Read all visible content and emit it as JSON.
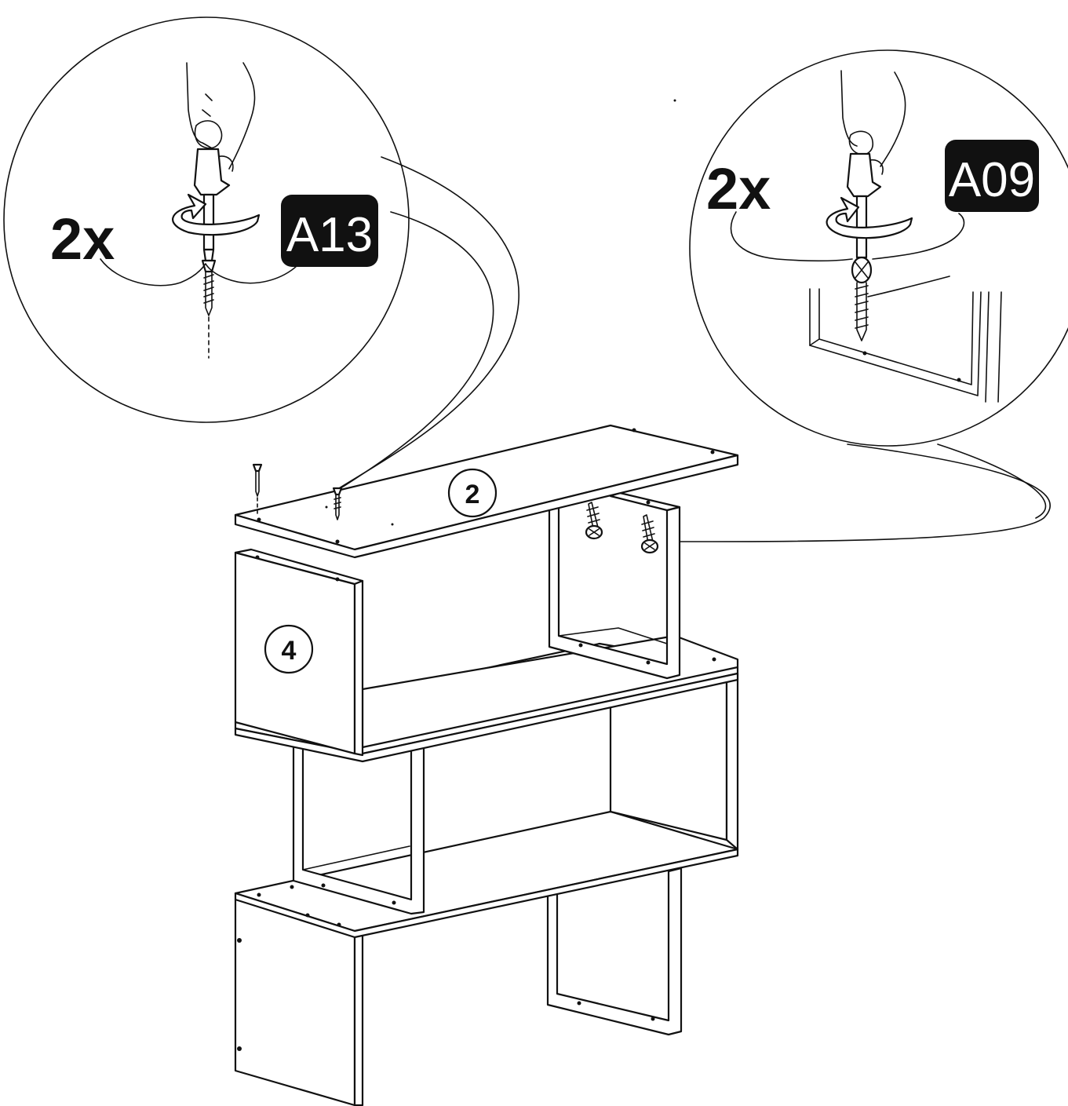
{
  "callout_left": {
    "quantity": "2x",
    "part_code": "A13"
  },
  "callout_right": {
    "quantity": "2x",
    "part_code": "A09"
  },
  "part_labels": {
    "top_shelf": "2",
    "side_panel": "4"
  },
  "colors": {
    "line": "#111111",
    "badge_fill": "#111111",
    "badge_text": "#ffffff",
    "background": "#ffffff"
  }
}
